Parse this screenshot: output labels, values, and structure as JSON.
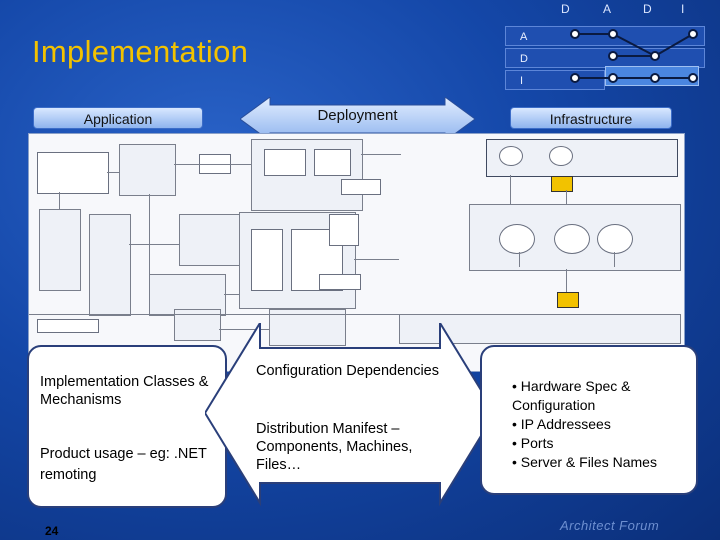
{
  "slide": {
    "title": "Implementation",
    "page_number": "24",
    "footer_brand": "Architect Forum"
  },
  "matrix": {
    "columns": [
      "D",
      "A",
      "D",
      "I"
    ],
    "rows": [
      "A",
      "D",
      "I"
    ]
  },
  "labels": {
    "application": "Application",
    "deployment": "Deployment",
    "infrastructure": "Infrastructure"
  },
  "panels": {
    "left": {
      "heading": "Implementation Classes & Mechanisms",
      "body": "Product usage – eg: .NET remoting"
    },
    "middle": {
      "heading": "Configuration Dependencies",
      "body": "Distribution Manifest – Components, Machines, Files…"
    },
    "right": {
      "items": [
        "Hardware Spec & Configuration",
        "IP Addressees",
        "Ports",
        "Server & Files Names"
      ]
    }
  },
  "colors": {
    "title": "#f2c200",
    "background": "#1447a8",
    "panel": "#ffffff",
    "pill": "#b9d1f7"
  }
}
